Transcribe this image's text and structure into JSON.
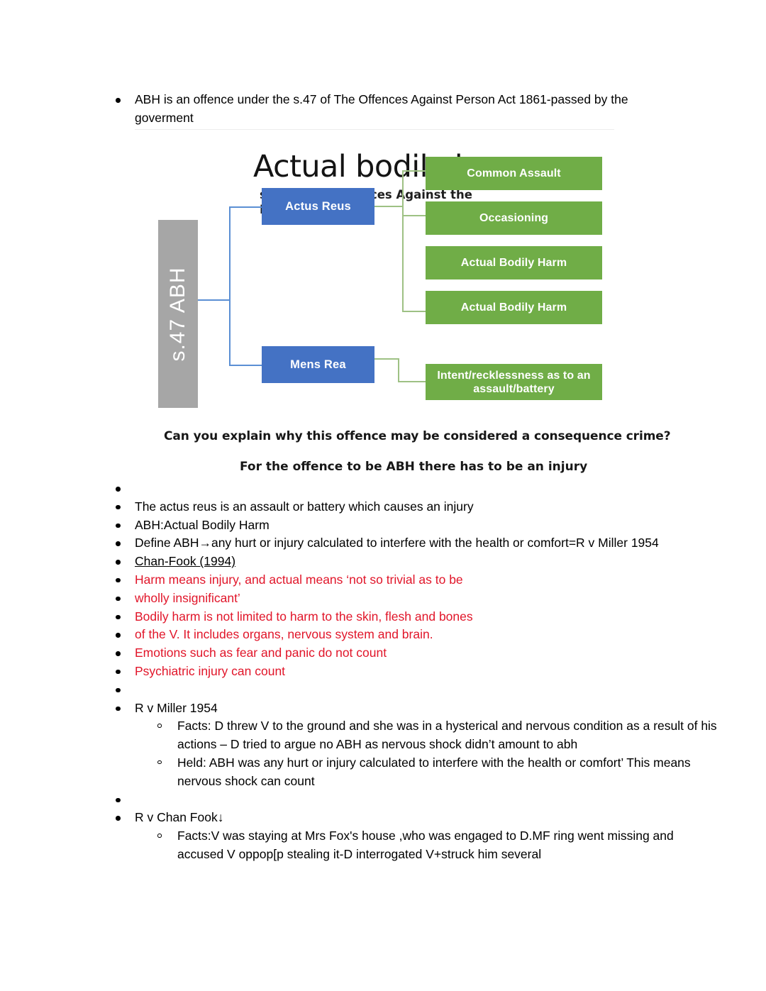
{
  "document": {
    "intro_bullet": "ABH is an offence under the s.47 of The Offences Against Person Act 1861-passed by the goverment"
  },
  "slide": {
    "title": "Actual bodily harm",
    "subtitle": "s.47 of the Offences Against the Person Act",
    "side_label": "s.47 ABH",
    "nodes": {
      "actus_reus": "Actus Reus",
      "mens_rea": "Mens Rea",
      "common_assault": "Common Assault",
      "occasioning": "Occasioning",
      "actual_bodily_harm": "Actual Bodily Harm",
      "intent_recklessness": "Intent/recklessness as to an assault/battery"
    },
    "question": "Can you explain why this offence may be considered a consequence crime?",
    "statement_normal": "For the offence to be ABH ",
    "statement_bold": "there has to be an injury",
    "colors": {
      "blue": "#4472C4",
      "green": "#70AD47",
      "gray": "#A6A6A6",
      "connector_blue": "#5B8FD4",
      "connector_green": "#9EC184"
    }
  },
  "notes": {
    "blank_1": "",
    "actus_reus_line": "The actus reus is an assault or battery which causes an injury",
    "abh_abbrev": "ABH:Actual Bodily Harm",
    "define_abh": "Define ABH→any hurt or injury calculated to interfere with the health or comfort=R v Miller 1954",
    "chan_fook_heading": "Chan-Fook (1994)",
    "red_lines": [
      "Harm means injury, and actual means ‘not so trivial as to be",
      "wholly insignificant’",
      "Bodily harm is not limited to harm to the skin, flesh and bones",
      "of the V. It includes organs, nervous system and brain.",
      "Emotions such as fear and panic do not count",
      "Psychiatric injury can count"
    ],
    "blank_2": "",
    "miller": {
      "heading": "R v Miller 1954",
      "facts": "Facts: D threw V to the ground and she was in a hysterical and nervous condition as a result of his actions – D tried to argue no ABH as nervous shock didn’t amount to abh",
      "held": "Held: ABH was any hurt or injury calculated to interfere with the health or comfort’ This means nervous shock can count"
    },
    "blank_3": "",
    "chan_fook": {
      "heading": "R v Chan Fook↓",
      "facts": "Facts:V was staying at Mrs Fox's house ,who was engaged to D.MF ring went missing and accused V oppop[p stealing it-D interrogated V+struck him several"
    }
  },
  "colors": {
    "red_text": "#E11529",
    "body_text": "#000000",
    "hairline": "#EDEDED"
  }
}
